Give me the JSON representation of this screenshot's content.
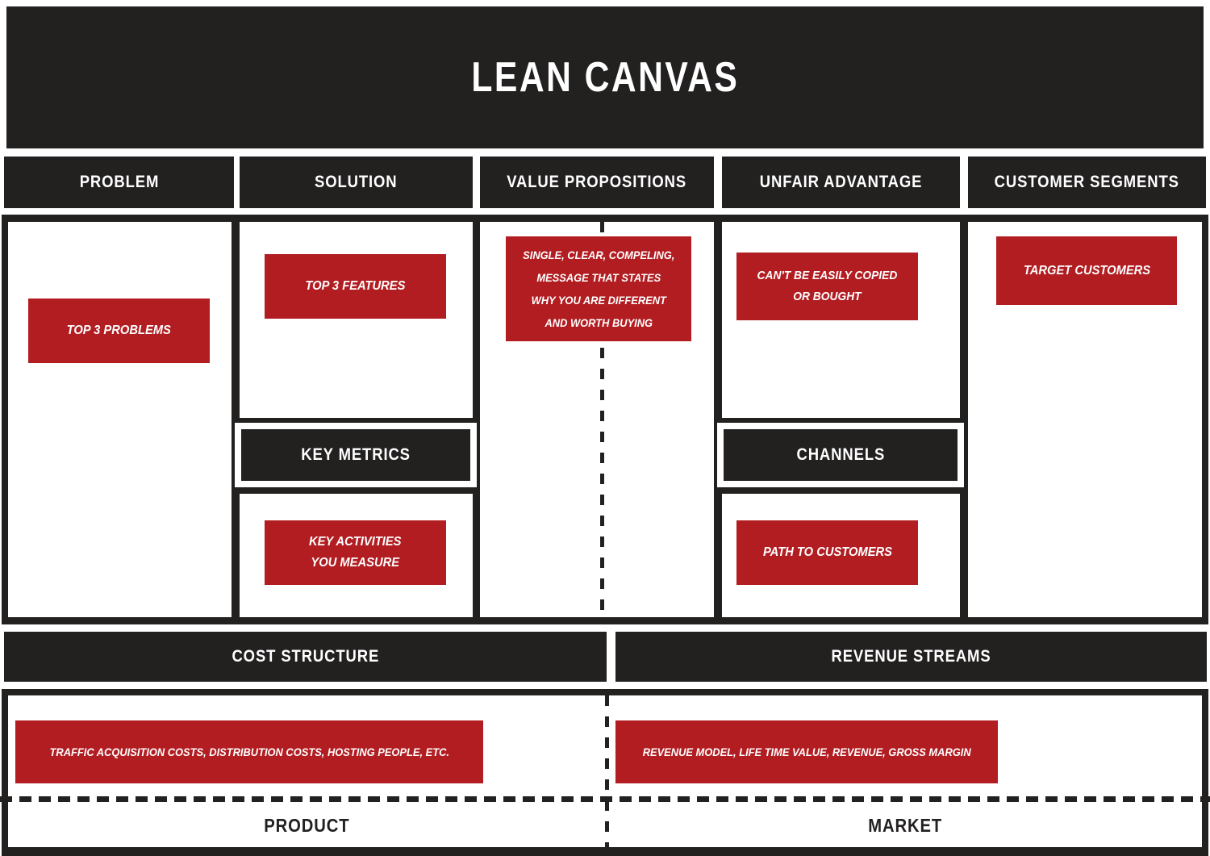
{
  "title": "LEAN CANVAS",
  "colors": {
    "dark": "#232020",
    "red": "#B21D22",
    "text_on_dark": "#FFFFFF"
  },
  "sections": {
    "problem": {
      "header": "PROBLEM",
      "note": "TOP 3 PROBLEMS"
    },
    "solution": {
      "header": "SOLUTION",
      "note": "TOP 3 FEATURES"
    },
    "value_propositions": {
      "header": "VALUE PROPOSITIONS",
      "note": "SINGLE, CLEAR, COMPELING,\nMESSAGE THAT STATES\nWHY YOU ARE DIFFERENT\nAND WORTH BUYING"
    },
    "unfair_advantage": {
      "header": "UNFAIR ADVANTAGE",
      "note": "CAN'T BE EASILY COPIED\nOR BOUGHT"
    },
    "customer_segments": {
      "header": "CUSTOMER SEGMENTS",
      "note": "TARGET CUSTOMERS"
    },
    "key_metrics": {
      "header": "KEY METRICS",
      "note": "KEY ACTIVITIES\nYOU MEASURE"
    },
    "channels": {
      "header": "CHANNELS",
      "note": "PATH TO CUSTOMERS"
    },
    "cost_structure": {
      "header": "COST STRUCTURE",
      "note": "TRAFFIC ACQUISITION COSTS, DISTRIBUTION COSTS, HOSTING PEOPLE, ETC."
    },
    "revenue_streams": {
      "header": "REVENUE STREAMS",
      "note": "REVENUE MODEL, LIFE TIME VALUE, REVENUE, GROSS MARGIN"
    }
  },
  "footer": {
    "product_label": "PRODUCT",
    "market_label": "MARKET"
  }
}
